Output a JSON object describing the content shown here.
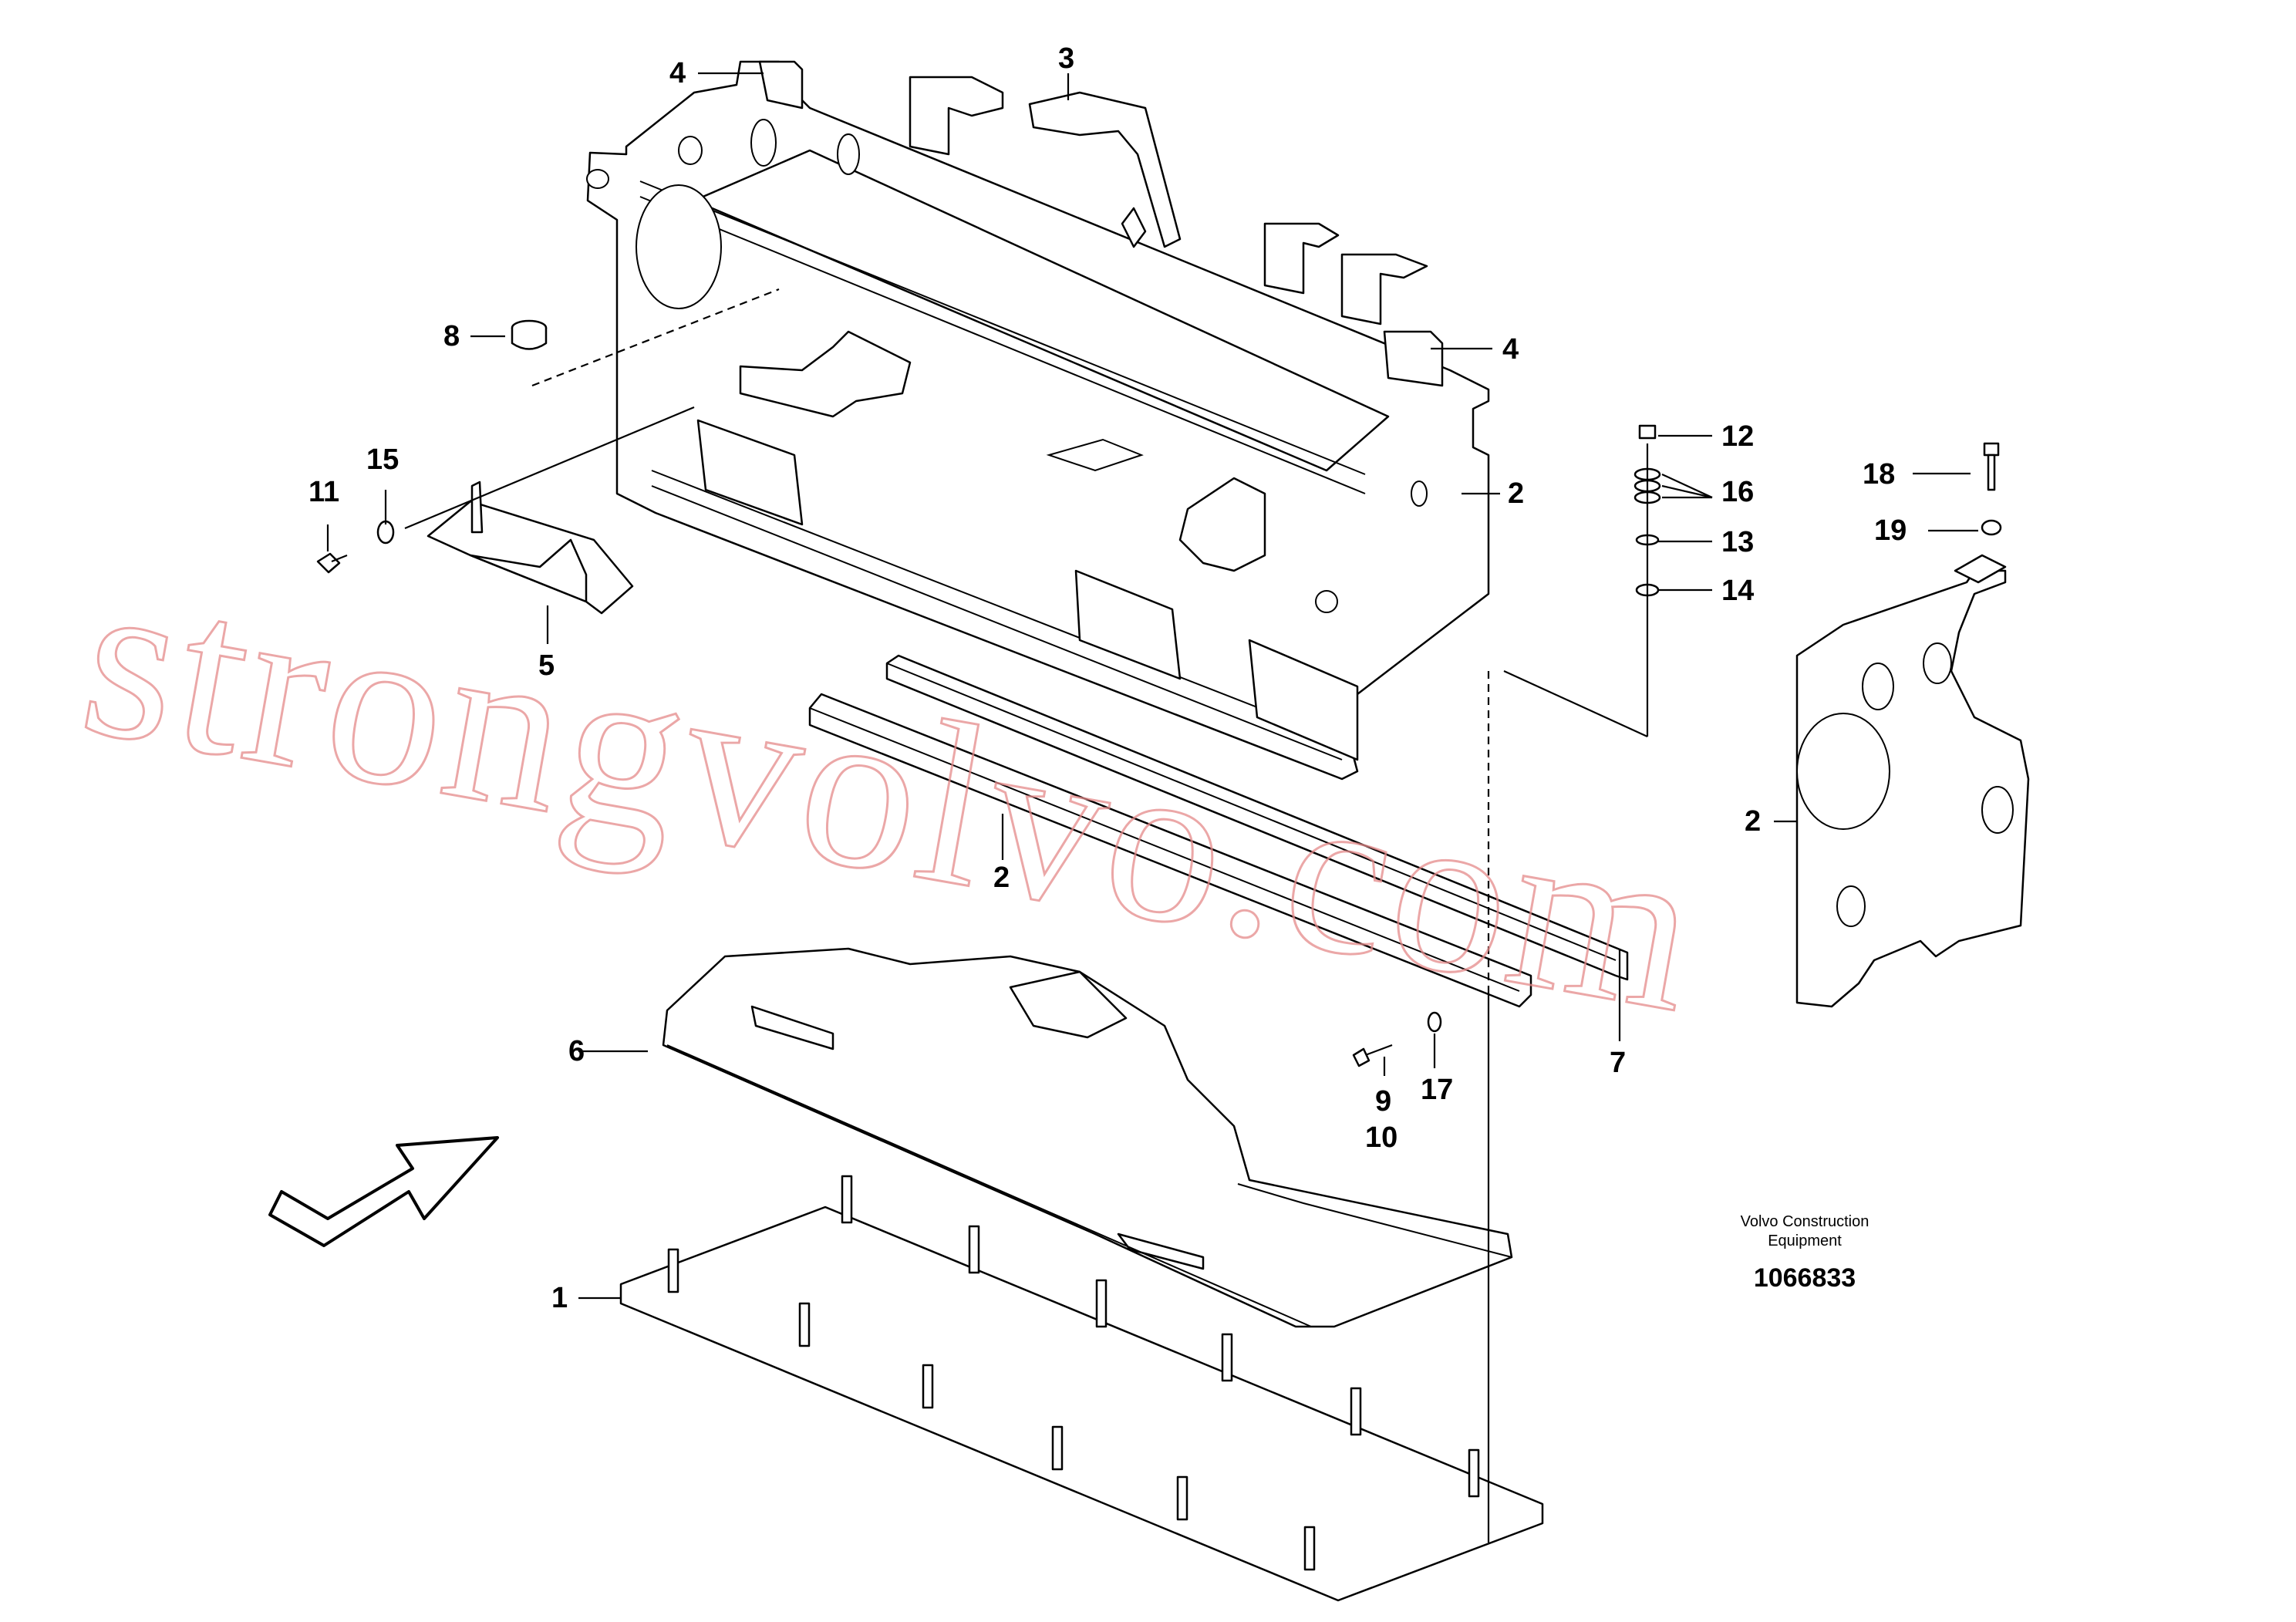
{
  "watermark": "strongvolvo.com",
  "callouts": {
    "c1": "1",
    "c2_frame": "2",
    "c2_rail": "2",
    "c2_plate": "2",
    "c3": "3",
    "c4_top": "4",
    "c4_right": "4",
    "c5": "5",
    "c6": "6",
    "c7": "7",
    "c8": "8",
    "c9": "9",
    "c10": "10",
    "c11": "11",
    "c12": "12",
    "c13": "13",
    "c14": "14",
    "c15": "15",
    "c16": "16",
    "c17": "17",
    "c18": "18",
    "c19": "19"
  },
  "maker_line1": "Volvo Construction",
  "maker_line2": "Equipment",
  "figure_number": "1066833"
}
